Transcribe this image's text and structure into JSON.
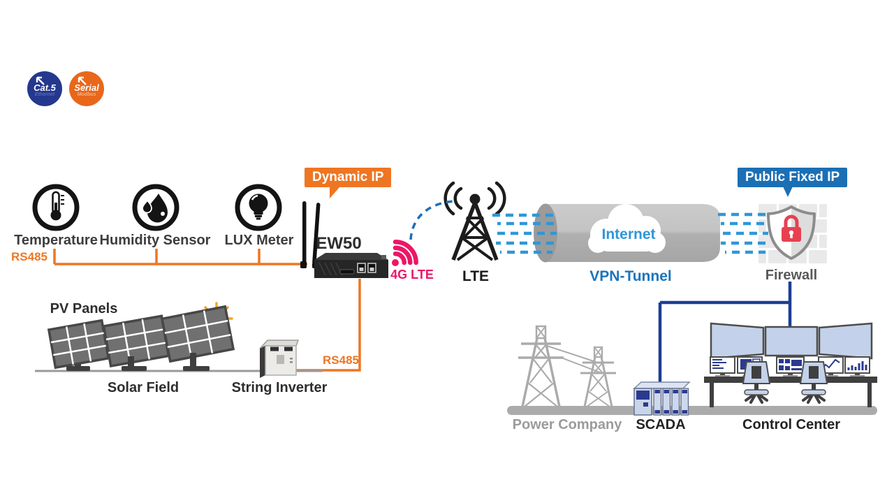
{
  "colors": {
    "orange": "#EE7623",
    "badge_blue": "#24388E",
    "badge_orange": "#E8671B",
    "magenta": "#EC1666",
    "light_blue": "#2E97D8",
    "blue": "#1B75BC",
    "banner_blue": "#1B6FB5",
    "navy": "#1C3E94",
    "gray": "#ABABAB",
    "red": "#E8404F",
    "dark": "#2E2E2E",
    "gray_text": "#58595B",
    "muted": "#9B9B9B",
    "monitor_fill": "#C3D2EA",
    "scada_blue": "#2B3A8F"
  },
  "badges": {
    "cat5": {
      "title": "Cat.5",
      "subtitle": "Ethernet"
    },
    "serial": {
      "title": "Serial",
      "subtitle": "Modbus"
    }
  },
  "sensors": {
    "temperature": "Temperature",
    "humidity": "Humidity Sensor",
    "lux": "LUX Meter",
    "bus_label": "RS485"
  },
  "gateway": {
    "name": "EW50",
    "banner": "Dynamic IP",
    "radio": "4G LTE"
  },
  "network": {
    "tower": "LTE",
    "cloud": "Internet",
    "tunnel": "VPN-Tunnel",
    "banner": "Public Fixed IP",
    "firewall": "Firewall"
  },
  "solar": {
    "pv": "PV Panels",
    "field": "Solar Field",
    "inverter": "String Inverter",
    "link_label": "RS485"
  },
  "site": {
    "power": "Power Company",
    "scada": "SCADA",
    "control": "Control Center"
  }
}
